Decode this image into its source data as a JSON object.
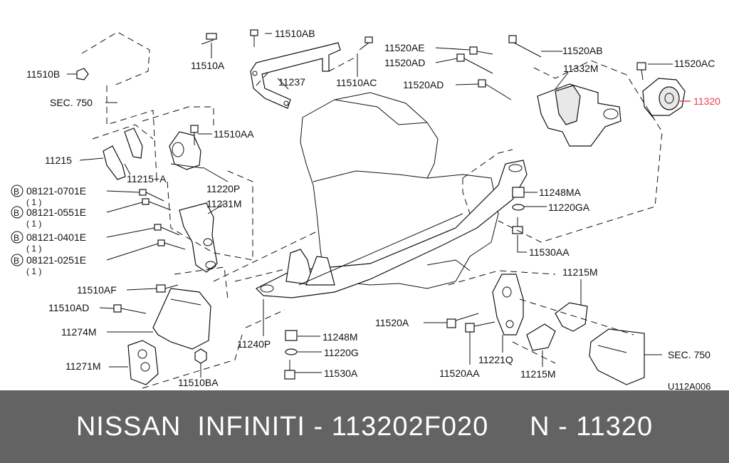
{
  "diagram": {
    "code": "U112A006",
    "highlight_color": "#e8414a",
    "labels": {
      "p11510AB": "11510AB",
      "p11510A": "11510A",
      "p11510B": "11510B",
      "sec750_left": "SEC. 750",
      "p11237": "11237",
      "p11510AC": "11510AC",
      "p11520AE": "11520AE",
      "p11520AB": "11520AB",
      "p11520AD_1": "11520AD",
      "p11332M": "11332M",
      "p11520AD_2": "11520AD",
      "p11520AC": "11520AC",
      "p11320": "11320",
      "p11510AA": "11510AA",
      "p11215": "11215",
      "p11215A": "11215+A",
      "p11220P": "11220P",
      "b1": "08121-0701E",
      "b1q": "( 1 )",
      "b2": "08121-0551E",
      "b2q": "( 1 )",
      "b3": "08121-0401E",
      "b3q": "( 1 )",
      "b4": "08121-0251E",
      "b4q": "( 1 )",
      "p11231M": "11231M",
      "p11248MA": "11248MA",
      "p11220GA": "11220GA",
      "p11530AA": "11530AA",
      "p11510AF": "11510AF",
      "p11510AD": "11510AD",
      "p11274M": "11274M",
      "p11271M": "11271M",
      "p11510BA": "11510BA",
      "p11240P": "11240P",
      "p11248M": "11248M",
      "p11220G": "11220G",
      "p11530A": "11530A",
      "p11520A": "11520A",
      "p11520AA": "11520AA",
      "p11221Q": "11221Q",
      "p11215M_top": "11215M",
      "p11215M_bot": "11215M",
      "sec750_right": "SEC. 750",
      "bolt_mark": "B"
    }
  },
  "footer": {
    "text": "NISSAN  INFINITI - 113202F020     N - 11320"
  }
}
